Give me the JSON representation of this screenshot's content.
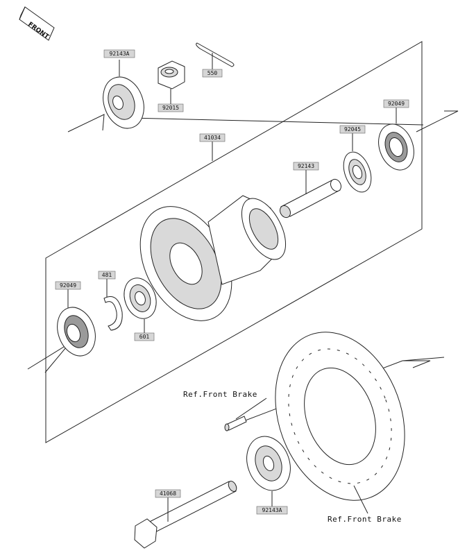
{
  "orientation": {
    "front_label": "FRONT"
  },
  "parts": [
    {
      "id": "92143A-top",
      "number": "92143A"
    },
    {
      "id": "92015",
      "number": "92015"
    },
    {
      "id": "550",
      "number": "550"
    },
    {
      "id": "41034",
      "number": "41034"
    },
    {
      "id": "92049-right",
      "number": "92049"
    },
    {
      "id": "92045",
      "number": "92045"
    },
    {
      "id": "92143",
      "number": "92143"
    },
    {
      "id": "92049-left",
      "number": "92049"
    },
    {
      "id": "481",
      "number": "481"
    },
    {
      "id": "601",
      "number": "601"
    },
    {
      "id": "41068",
      "number": "41068"
    },
    {
      "id": "92143A-bottom",
      "number": "92143A"
    }
  ],
  "references": {
    "bolt": "Ref.Front Brake",
    "disc": "Ref.Front Brake"
  }
}
